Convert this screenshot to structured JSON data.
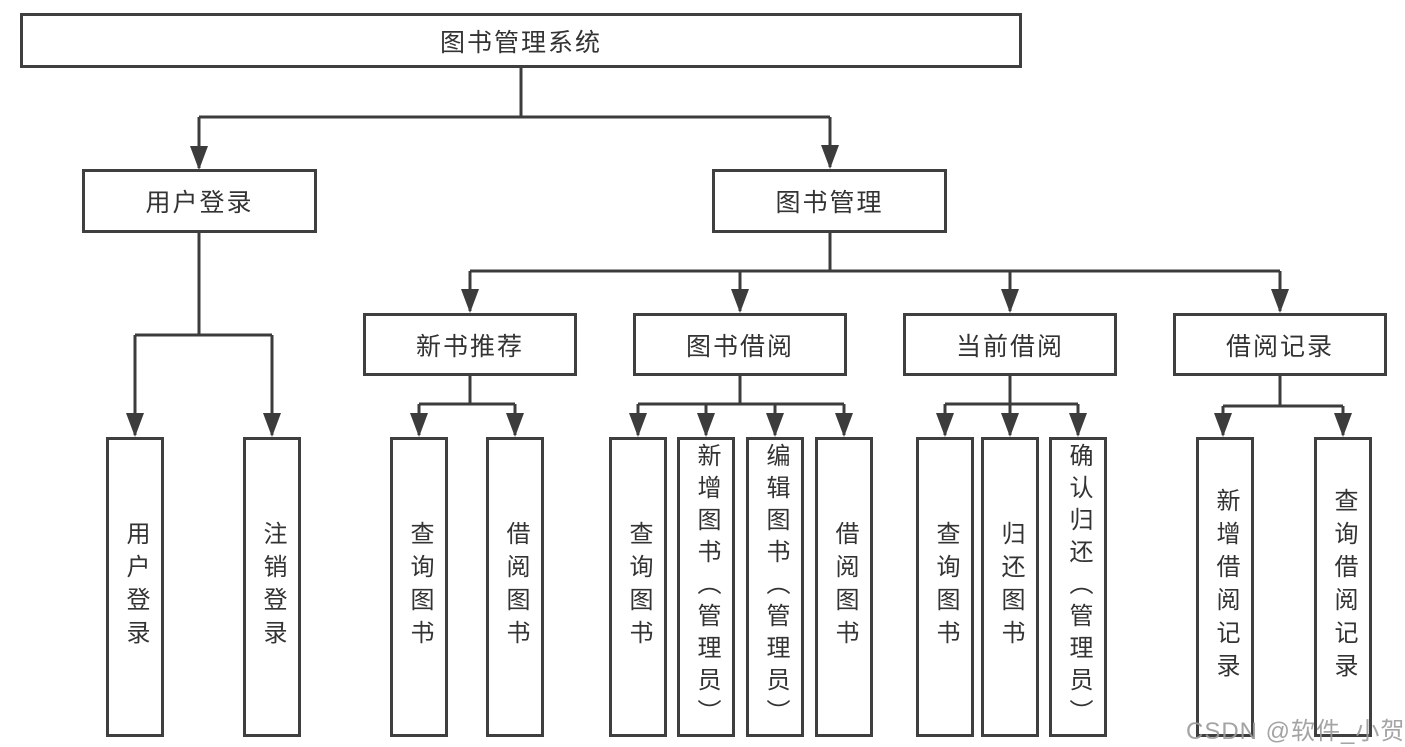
{
  "diagram": {
    "title": "图书管理系统",
    "root": {
      "label": "图书管理系统"
    },
    "level2": [
      {
        "label": "用户登录"
      },
      {
        "label": "图书管理"
      }
    ],
    "level3": [
      {
        "label": "新书推荐"
      },
      {
        "label": "图书借阅"
      },
      {
        "label": "当前借阅"
      },
      {
        "label": "借阅记录"
      }
    ],
    "leaves": [
      {
        "label": "用户登录",
        "parent": "用户登录"
      },
      {
        "label": "注销登录",
        "parent": "用户登录"
      },
      {
        "label": "查询图书",
        "parent": "新书推荐"
      },
      {
        "label": "借阅图书",
        "parent": "新书推荐"
      },
      {
        "label": "查询图书",
        "parent": "图书借阅"
      },
      {
        "label": "新增图书（管理员）",
        "parent": "图书借阅"
      },
      {
        "label": "编辑图书（管理员）",
        "parent": "图书借阅"
      },
      {
        "label": "借阅图书",
        "parent": "图书借阅"
      },
      {
        "label": "查询图书",
        "parent": "当前借阅"
      },
      {
        "label": "归还图书",
        "parent": "当前借阅"
      },
      {
        "label": "确认归还（管理员）",
        "parent": "当前借阅"
      },
      {
        "label": "新增借阅记录",
        "parent": "借阅记录"
      },
      {
        "label": "查询借阅记录",
        "parent": "借阅记录"
      }
    ]
  },
  "watermark": "CSDN @软件_小贺同学",
  "colors": {
    "background": "#ffffff",
    "line": "#3c3c3c",
    "box_border": "#3f3f3f",
    "text": "#333333",
    "watermark": "#9a9a9a"
  }
}
